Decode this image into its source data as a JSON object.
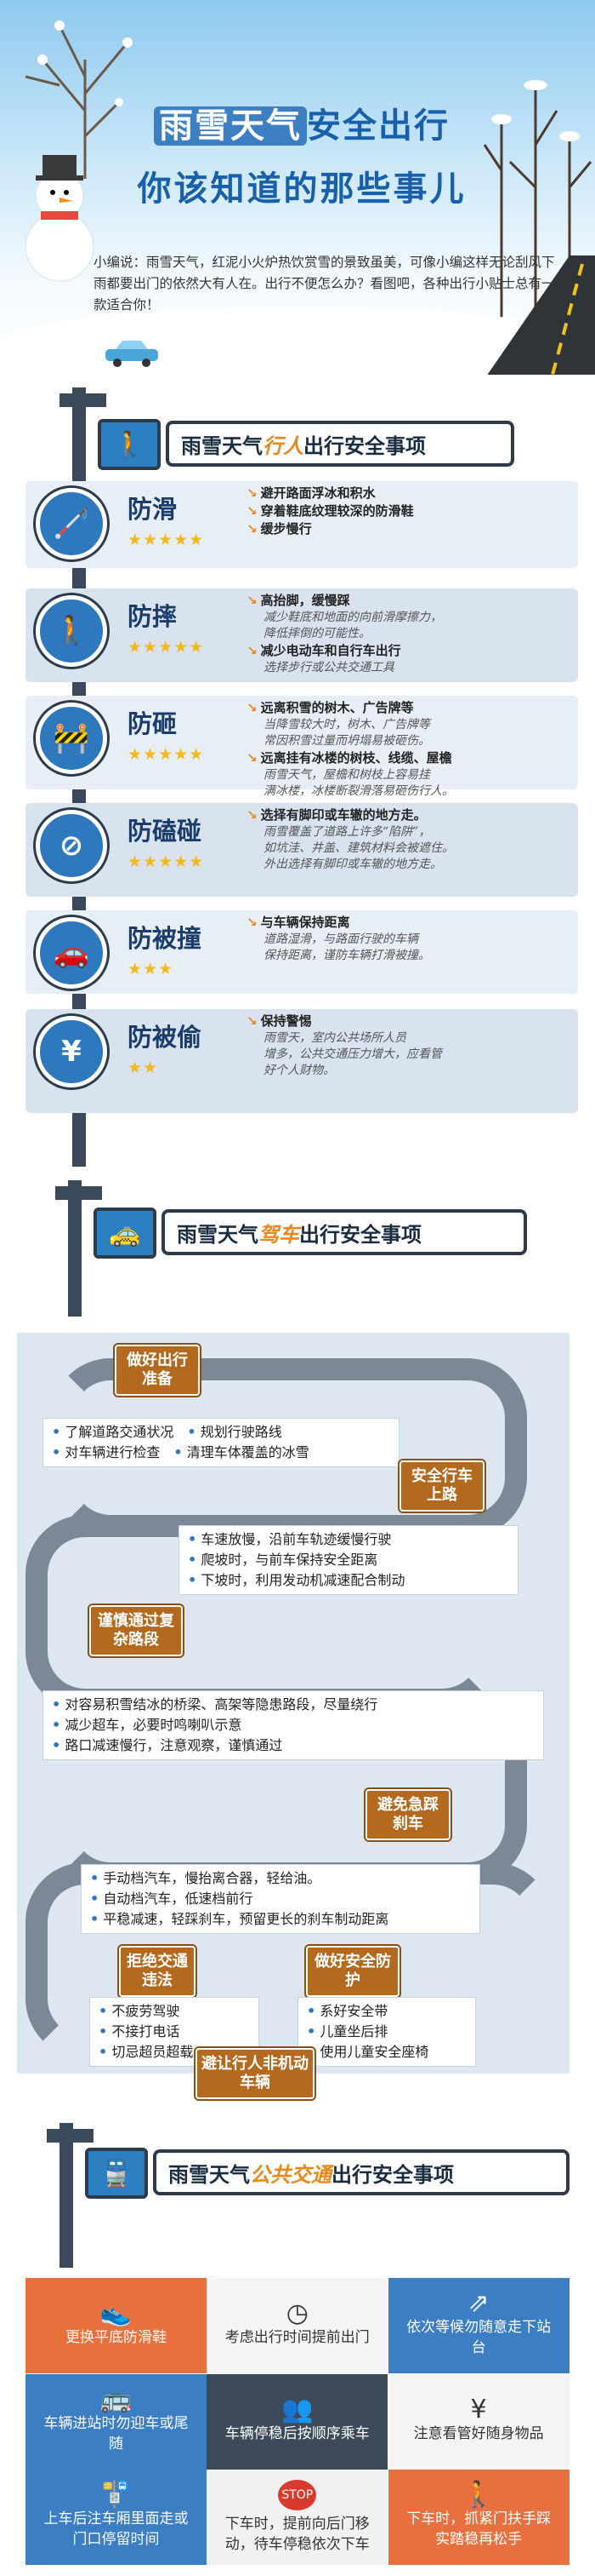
{
  "header": {
    "title_part1": "雨雪天气",
    "title_part2": "安全出行",
    "subtitle": "你该知道的那些事儿",
    "intro": "小编说：雨雪天气，红泥小火炉热饮赏雪的景致虽美，可像小编这样无论刮风下雨都要出门的依然大有人在。出行不便怎么办？看图吧，各种出行小贴士总有一款适合你！"
  },
  "section1": {
    "banner_pre": "雨雪天气",
    "banner_hl": "行人",
    "banner_post": "出行安全事项",
    "items": [
      {
        "name": "防滑",
        "icon": "walking-cane-icon",
        "stars": "★★★★★",
        "lines": [
          {
            "t": "b",
            "v": "避开路面浮冰和积水"
          },
          {
            "t": "b",
            "v": "穿着鞋底纹理较深的防滑鞋"
          },
          {
            "t": "b",
            "v": "缓步慢行"
          }
        ]
      },
      {
        "name": "防摔",
        "icon": "walking-person-icon",
        "stars": "★★★★★",
        "lines": [
          {
            "t": "b",
            "v": "高抬脚，缓慢踩"
          },
          {
            "t": "s",
            "v": "减少鞋底和地面的向前滑摩擦力，"
          },
          {
            "t": "s",
            "v": "降低摔倒的可能性。"
          },
          {
            "t": "b",
            "v": "减少电动车和自行车出行"
          },
          {
            "t": "s",
            "v": "选择步行或公共交通工具"
          }
        ]
      },
      {
        "name": "防砸",
        "icon": "barrier-icon",
        "stars": "★★★★★",
        "lines": [
          {
            "t": "b",
            "v": "远离积雪的树木、广告牌等"
          },
          {
            "t": "s",
            "v": "当降雪较大时，树木、广告牌等"
          },
          {
            "t": "s",
            "v": "常因积雪过量而坍塌易被砸伤。"
          },
          {
            "t": "b",
            "v": "远离挂有冰楼的树枝、线缆、屋檐"
          },
          {
            "t": "s",
            "v": "雨雪天气，屋檐和树枝上容易挂"
          },
          {
            "t": "s",
            "v": "满冰楼，冰楼断裂滑落易砸伤行人。"
          }
        ]
      },
      {
        "name": "防磕碰",
        "icon": "no-entry-icon",
        "stars": "★★★★★",
        "lines": [
          {
            "t": "b",
            "v": "选择有脚印或车辙的地方走。"
          },
          {
            "t": "s",
            "v": "雨雪覆盖了道路上许多“陷阱”，"
          },
          {
            "t": "s",
            "v": "如坑洼、井盖、建筑材料会被遮住。"
          },
          {
            "t": "s",
            "v": "外出选择有脚印或车辙的地方走。"
          }
        ]
      },
      {
        "name": "防被撞",
        "icon": "car-icon",
        "stars": "★★★",
        "lines": [
          {
            "t": "b",
            "v": "与车辆保持距离"
          },
          {
            "t": "s",
            "v": "道路湿滑，与路面行驶的车辆"
          },
          {
            "t": "s",
            "v": "保持距离，谨防车辆打滑被撞。"
          }
        ]
      },
      {
        "name": "防被偷",
        "icon": "yen-coin-icon",
        "stars": "★★",
        "lines": [
          {
            "t": "b",
            "v": "保持警惕"
          },
          {
            "t": "s",
            "v": "雨雪天，室内公共场所人员"
          },
          {
            "t": "s",
            "v": "增多，公共交通压力增大，应看管"
          },
          {
            "t": "s",
            "v": "好个人财物。"
          }
        ]
      }
    ]
  },
  "section2": {
    "banner_pre": "雨雪天气",
    "banner_hl": "驾车",
    "banner_post": "出行安全事项",
    "stages": [
      "做好出行准备",
      "安全行车上路",
      "谨慎通过复杂路段",
      "避免急踩刹车",
      "拒绝交通违法",
      "做好安全防护",
      "避让行人非机动车辆"
    ],
    "prep": [
      "了解道路交通状况",
      "规划行驶路线",
      "对车辆进行检查",
      "清理车体覆盖的冰雪"
    ],
    "road": [
      "车速放慢，沿前车轨迹缓慢行驶",
      "爬坡时，与前车保持安全距离",
      "下坡时，利用发动机减速配合制动"
    ],
    "complex": [
      "对容易积雪结冰的桥梁、高架等隐患路段，尽量绕行",
      "减少超车，必要时鸣喇叭示意",
      "路口减速慢行，注意观察，谨慎通过"
    ],
    "brake": [
      "手动档汽车，慢抬离合器，轻给油。",
      "自动档汽车，低速档前行",
      "平稳减速，轻踩刹车，预留更长的刹车制动距离"
    ],
    "law": [
      "不疲劳驾驶",
      "不接打电话",
      "切忌超员超载"
    ],
    "safety": [
      "系好安全带",
      "儿童坐后排",
      "使用儿童安全座椅"
    ]
  },
  "section3": {
    "banner_pre": "雨雪天气",
    "banner_hl": "公共交通",
    "banner_post": "出行安全事项",
    "cells": [
      {
        "icon": "shoe-icon",
        "glyph": "👟",
        "text": "更换平底防滑鞋"
      },
      {
        "icon": "clock-icon",
        "glyph": "◷",
        "text": "考虑出行时间提前出门"
      },
      {
        "icon": "escalator-icon",
        "glyph": "⇗",
        "text": "依次等候勿随意走下站台"
      },
      {
        "icon": "bus-icon",
        "glyph": "🚌",
        "text": "车辆进站时勿迎车或尾随"
      },
      {
        "icon": "walking-people-icon",
        "glyph": "👥",
        "text": "车辆停稳后按顺序乘车"
      },
      {
        "icon": "yen-icon",
        "glyph": "¥",
        "text": "注意看管好随身物品"
      },
      {
        "icon": "bus-stop-icon",
        "glyph": "🚏",
        "text": "上车后注车厢里面走或门口停留时间"
      },
      {
        "icon": "stop-sign-icon",
        "glyph": "STOP",
        "text": "下车时，提前向后门移动，待车停稳依次下车"
      },
      {
        "icon": "handrail-icon",
        "glyph": "🚶",
        "text": "下车时，抓紧门扶手踩实踏稳再松手"
      }
    ]
  }
}
